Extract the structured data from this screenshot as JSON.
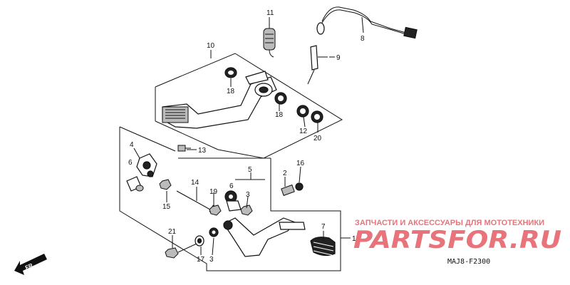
{
  "diagram": {
    "callouts": [
      "11",
      "8",
      "10",
      "9",
      "18",
      "18",
      "12",
      "20",
      "4",
      "13",
      "6",
      "16",
      "5",
      "2",
      "14",
      "6",
      "19",
      "3",
      "15",
      "7",
      "1",
      "21",
      "3",
      "17"
    ],
    "direction_label": "FR.",
    "diagram_code": "MAJ8-F2300"
  },
  "watermark": {
    "line1": "ЗАПЧАСТИ И АКСЕССУАРЫ ДЛЯ МОТОТЕХНИКИ",
    "line2": "PARTSFOR.RU"
  },
  "colors": {
    "watermark": "#e8737a",
    "ink": "#111111"
  }
}
